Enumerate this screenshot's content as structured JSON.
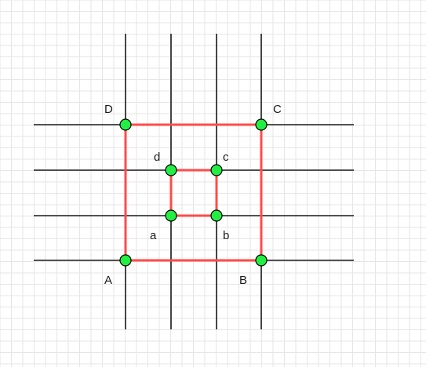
{
  "diagram": {
    "colors": {
      "background": "#ffffff",
      "grid": "#e6e6e6",
      "line": "#1a1a1a",
      "outer_square": "#ff4b4b",
      "inner_square": "#ff4b4b",
      "point_fill": "#22ee44",
      "point_stroke": "#000000"
    },
    "outer_points": [
      {
        "label": "A"
      },
      {
        "label": "B"
      },
      {
        "label": "C"
      },
      {
        "label": "D"
      }
    ],
    "inner_points": [
      {
        "label": "a"
      },
      {
        "label": "b"
      },
      {
        "label": "c"
      },
      {
        "label": "d"
      }
    ]
  }
}
